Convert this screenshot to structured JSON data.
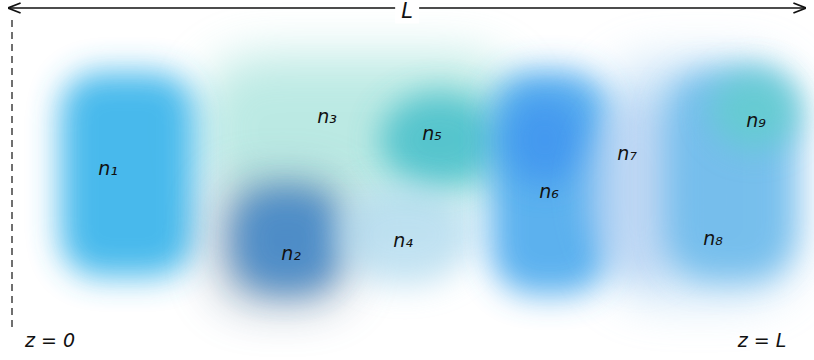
{
  "diagram": {
    "labels": [
      "L",
      "n₁",
      "n₃",
      "n₅",
      "n₂",
      "n₄",
      "n₆",
      "n₇",
      "n₉",
      "n₈",
      "z = 0",
      "z = L"
    ]
  }
}
